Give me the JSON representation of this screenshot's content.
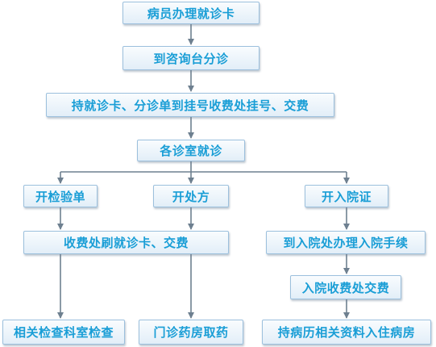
{
  "flow": {
    "step1": "病员办理就诊卡",
    "step2": "到咨询台分诊",
    "step3": "持就诊卡、分诊单到挂号收费处挂号、交费",
    "step4": "各诊室就诊",
    "branch_exam": {
      "open": "开检验单",
      "pay": "收费处刷就诊卡、交费",
      "end": "相关检查科室检查"
    },
    "branch_rx": {
      "open": "开处方",
      "end": "门诊药房取药"
    },
    "branch_admit": {
      "open": "开入院证",
      "procedure": "到入院处办理入院手续",
      "pay": "入院收费处交费",
      "end": "持病历相关资料入住病房"
    }
  },
  "colors": {
    "text": "#1a9ed6",
    "connector": "#6e8090",
    "box_border": "#9cc0dd",
    "box_fill_top": "#f9fcfe",
    "box_fill_bottom": "#e2eef8"
  }
}
